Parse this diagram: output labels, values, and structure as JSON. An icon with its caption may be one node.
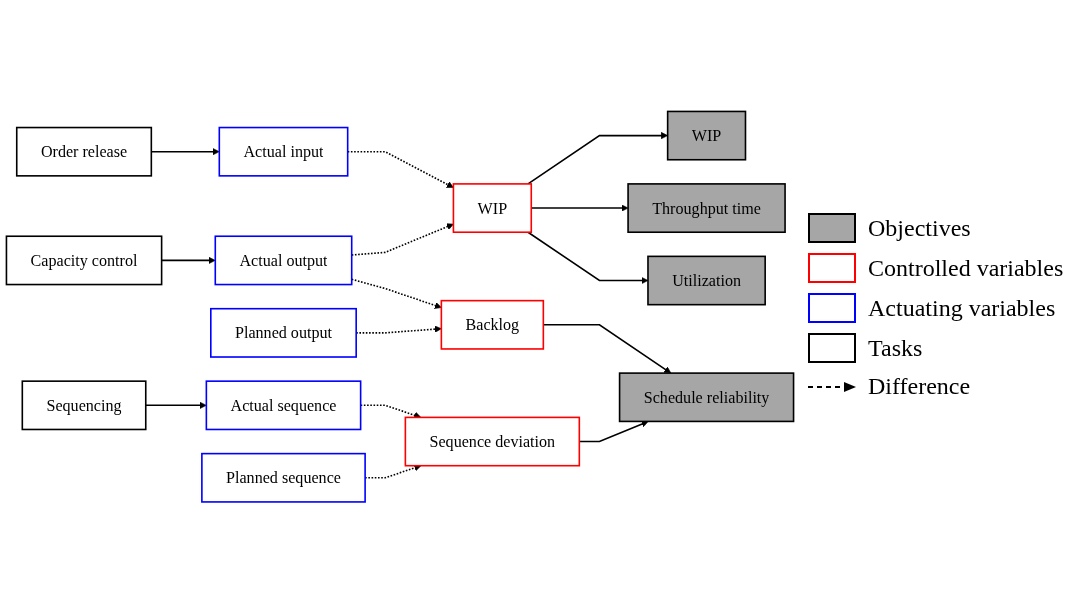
{
  "diagram": {
    "nodes": [
      {
        "text": [
          "Order release"
        ]
      },
      {
        "text": [
          "Actual input"
        ]
      },
      {
        "text": [
          "WIP"
        ]
      },
      {
        "text": [
          "WIP"
        ]
      },
      {
        "text": [
          "Throughput time"
        ]
      },
      {
        "text": [
          "Utilization"
        ]
      },
      {
        "text": [
          "Capacity control"
        ]
      },
      {
        "text": [
          "Actual output"
        ]
      },
      {
        "text": [
          "Backlog"
        ]
      },
      {
        "text": [
          "Planned output"
        ]
      },
      {
        "text": [
          "Schedule reliability"
        ]
      },
      {
        "text": [
          "Sequencing"
        ]
      },
      {
        "text": [
          "Actual sequence"
        ]
      },
      {
        "text": [
          "Sequence deviation"
        ]
      },
      {
        "text": [
          "Planned sequence"
        ]
      }
    ],
    "edges": [
      {
        "from": 0,
        "to": 1,
        "arrow": "to"
      },
      {
        "from": 1,
        "to": 2,
        "arrow": "to",
        "style": "dashed"
      },
      {
        "from": 2,
        "to": 3,
        "arrow": "to"
      },
      {
        "from": 2,
        "to": 4,
        "arrow": "to"
      },
      {
        "from": 2,
        "to": 5,
        "arrow": "to"
      },
      {
        "from": 6,
        "to": 7,
        "arrow": "to"
      },
      {
        "from": 7,
        "to": 2,
        "arrow": "to",
        "style": "dashed"
      },
      {
        "from": 7,
        "to": 8,
        "arrow": "to",
        "style": "dashed"
      },
      {
        "from": 9,
        "to": 8,
        "arrow": "to",
        "style": "dashed"
      },
      {
        "from": 8,
        "to": 10,
        "arrow": "to"
      },
      {
        "from": 11,
        "to": 12,
        "arrow": "to"
      },
      {
        "from": 12,
        "to": 13,
        "arrow": "to",
        "style": "dashed"
      },
      {
        "from": 14,
        "to": 13,
        "arrow": "to",
        "style": "dashed"
      },
      {
        "from": 13,
        "to": 10,
        "arrow": "to"
      }
    ],
    "legend": [
      {
        "text": "Objectives",
        "color": "#a6a6a6"
      },
      {
        "text": "Controlled variables",
        "color": "#ff0000"
      },
      {
        "text": "Actuating variables",
        "color": "#0000ff"
      },
      {
        "text": "Tasks",
        "color": "#000000"
      },
      {
        "text": "Difference"
      }
    ]
  }
}
